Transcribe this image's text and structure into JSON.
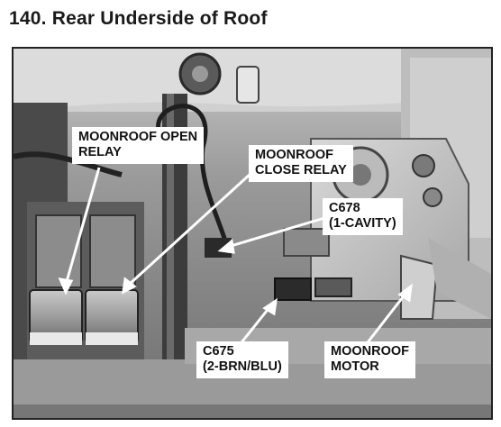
{
  "figure": {
    "title": "140. Rear Underside of Roof"
  },
  "callouts": {
    "moonroof_open_relay": "MOONROOF OPEN\nRELAY",
    "moonroof_close_relay": "MOONROOF\nCLOSE RELAY",
    "c678": "C678\n(1-CAVITY)",
    "c675": "C675\n(2-BRN/BLU)",
    "moonroof_motor": "MOONROOF\nMOTOR"
  },
  "colors": {
    "frame": "#222222",
    "callout_bg": "#ffffff",
    "callout_text": "#111111"
  }
}
